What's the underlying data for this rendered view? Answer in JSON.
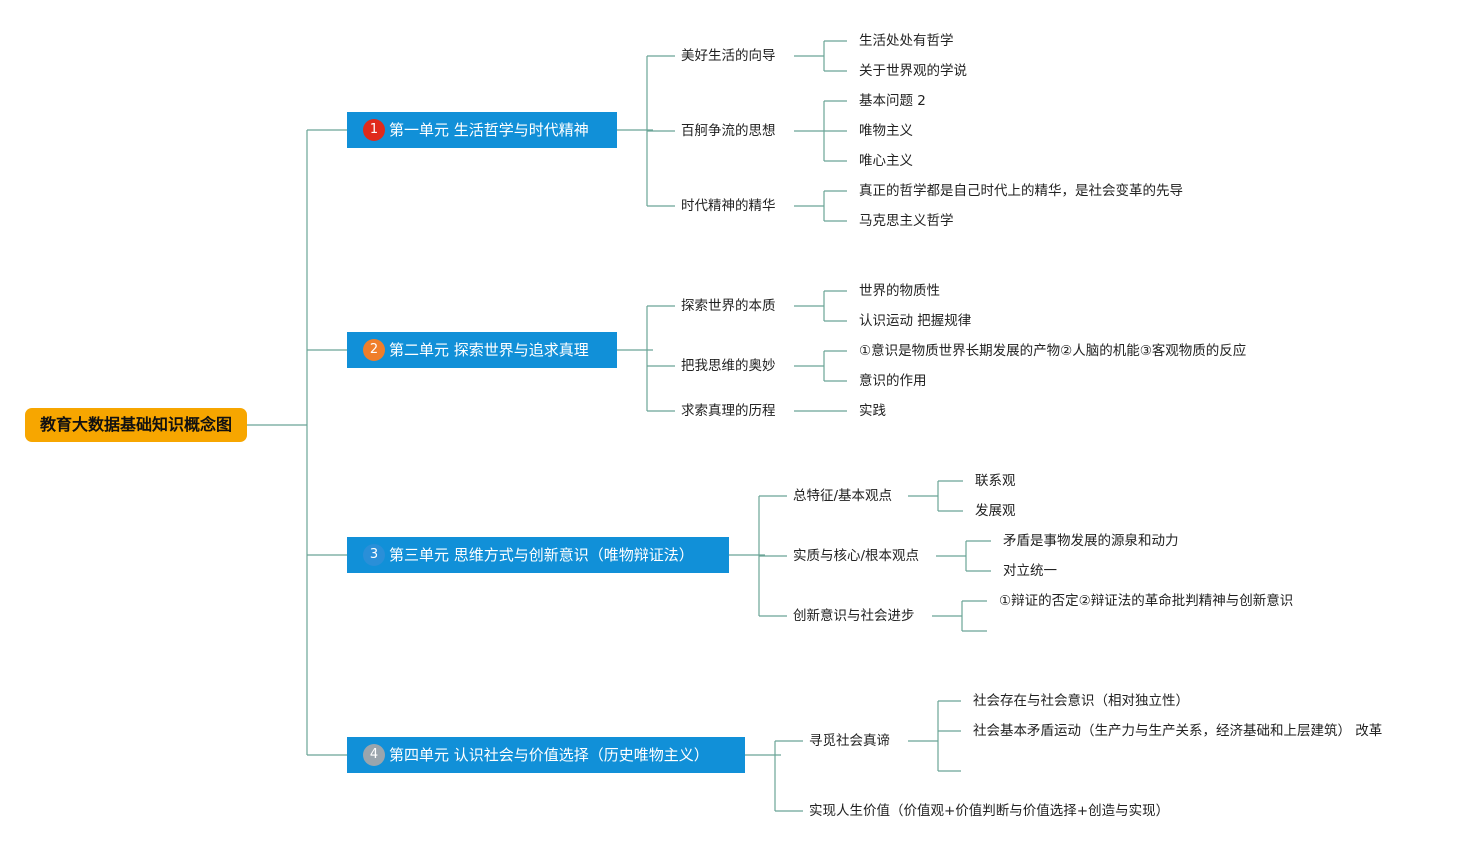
{
  "root": "教育大数据基础知识概念图",
  "colors": {
    "root": "#f7a600",
    "unit": "#1190d8",
    "line": "#6aa596",
    "badge1": "#e02a1b",
    "badge2": "#f07e2a",
    "badge3": "#2a8fd8",
    "badge4": "#9aa5ad"
  },
  "units": [
    {
      "badge": "1",
      "title": "第一单元 生活哲学与时代精神",
      "topics": [
        {
          "label": "美好生活的向导",
          "items": [
            "生活处处有哲学",
            "关于世界观的学说"
          ]
        },
        {
          "label": "百舸争流的思想",
          "items": [
            "基本问题 2",
            "唯物主义",
            "唯心主义"
          ]
        },
        {
          "label": "时代精神的精华",
          "items": [
            "真正的哲学都是自己时代上的精华，是社会变革的先导",
            "马克思主义哲学"
          ]
        }
      ]
    },
    {
      "badge": "2",
      "title": "第二单元 探索世界与追求真理",
      "topics": [
        {
          "label": "探索世界的本质",
          "items": [
            "世界的物质性",
            "认识运动 把握规律"
          ]
        },
        {
          "label": "把我思维的奥妙",
          "items": [
            "①意识是物质世界长期发展的产物②人脑的机能③客观物质的反应",
            "意识的作用"
          ]
        },
        {
          "label": "求索真理的历程",
          "items": [
            "实践"
          ]
        }
      ]
    },
    {
      "badge": "3",
      "title": "第三单元 思维方式与创新意识（唯物辩证法）",
      "topics": [
        {
          "label": "总特征/基本观点",
          "items": [
            "联系观",
            "发展观"
          ]
        },
        {
          "label": "实质与核心/根本观点",
          "items": [
            "矛盾是事物发展的源泉和动力",
            "对立统一"
          ]
        },
        {
          "label": "创新意识与社会进步",
          "items": [
            "①辩证的否定②辩证法的革命批判精神与创新意识",
            ""
          ]
        }
      ]
    },
    {
      "badge": "4",
      "title": "第四单元 认识社会与价值选择（历史唯物主义）",
      "topics": [
        {
          "label": "寻觅社会真谛",
          "items": [
            "社会存在与社会意识（相对独立性）",
            "社会基本矛盾运动（生产力与生产关系，经济基础和上层建筑） 改革",
            ""
          ]
        },
        {
          "label": "实现人生价值（价值观+价值判断与价值选择+创造与实现）",
          "items": []
        }
      ]
    }
  ]
}
